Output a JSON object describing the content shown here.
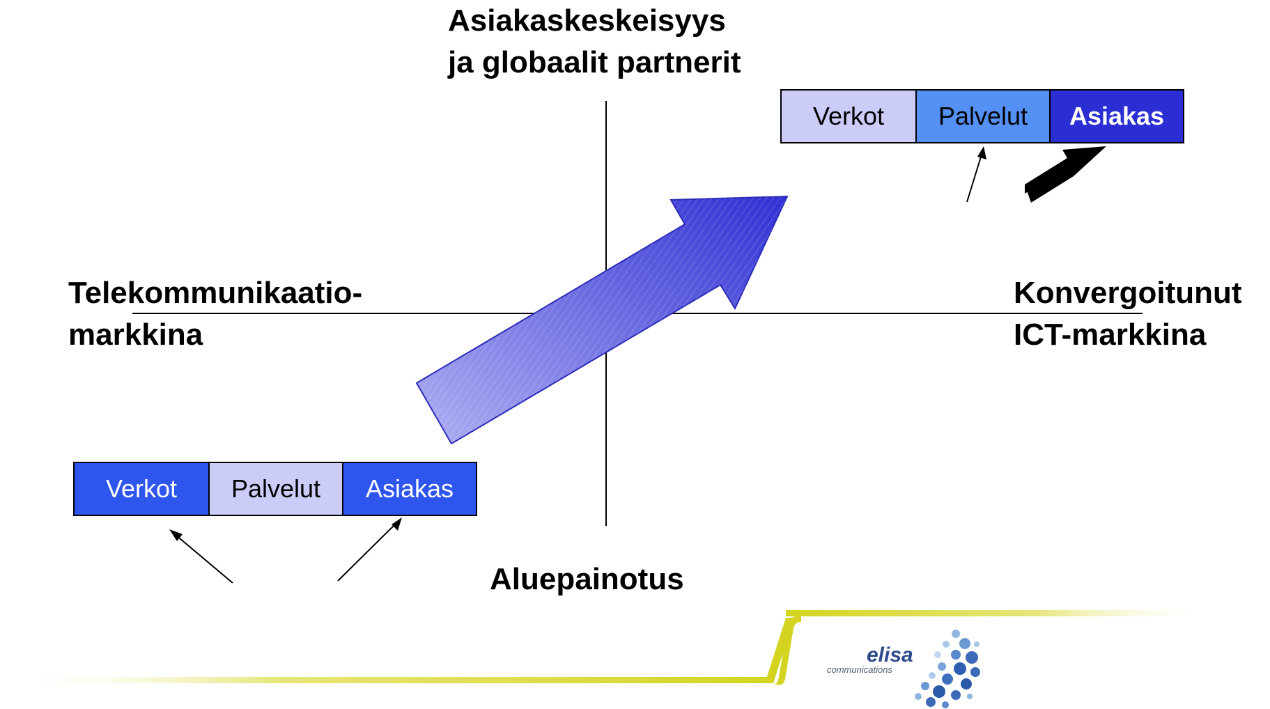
{
  "labels": {
    "top_line1": "Asiakaskeskeisyys",
    "top_line2": "ja globaalit partnerit",
    "left_line1": "Telekommunikaatio-",
    "left_line2": "markkina",
    "right_line1": "Konvergoitunut",
    "right_line2": "ICT-markkina",
    "bottom": "Aluepainotus"
  },
  "block_left": {
    "cells": [
      "Verkot",
      "Palvelut",
      "Asiakas"
    ],
    "colors": [
      "#2e56ee",
      "#ccccf8",
      "#2e56ee"
    ]
  },
  "block_right": {
    "cells": [
      "Verkot",
      "Palvelut",
      "Asiakas"
    ],
    "colors": [
      "#ccccf8",
      "#5590f5",
      "#2b2fd3"
    ]
  },
  "logo": {
    "name": "elisa",
    "tagline": "communications"
  },
  "colors": {
    "big_arrow_start": "#aaaaf0",
    "big_arrow_end": "#3535d6",
    "footer_yellow": "#d4d420"
  }
}
